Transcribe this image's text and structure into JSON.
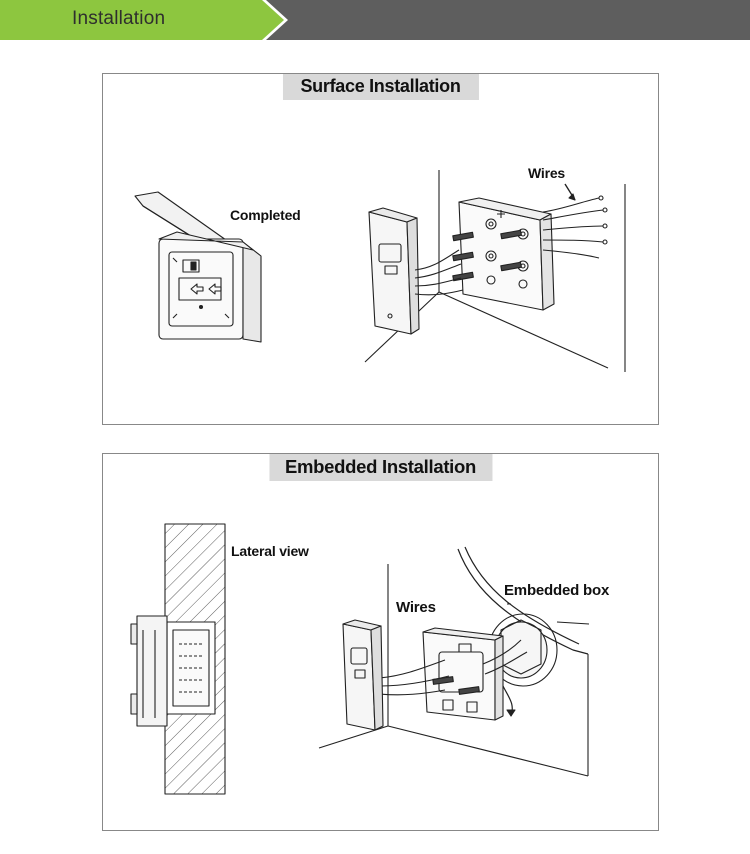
{
  "header": {
    "title": "Installation",
    "accent_color": "#8dc63f",
    "bar_color": "#5e5e5e"
  },
  "surface": {
    "title": "Surface Installation",
    "labels": {
      "completed": "Completed",
      "wires": "Wires"
    }
  },
  "embedded": {
    "title": "Embedded Installation",
    "labels": {
      "lateral": "Lateral view",
      "wires": "Wires",
      "box": "Embedded box"
    }
  }
}
